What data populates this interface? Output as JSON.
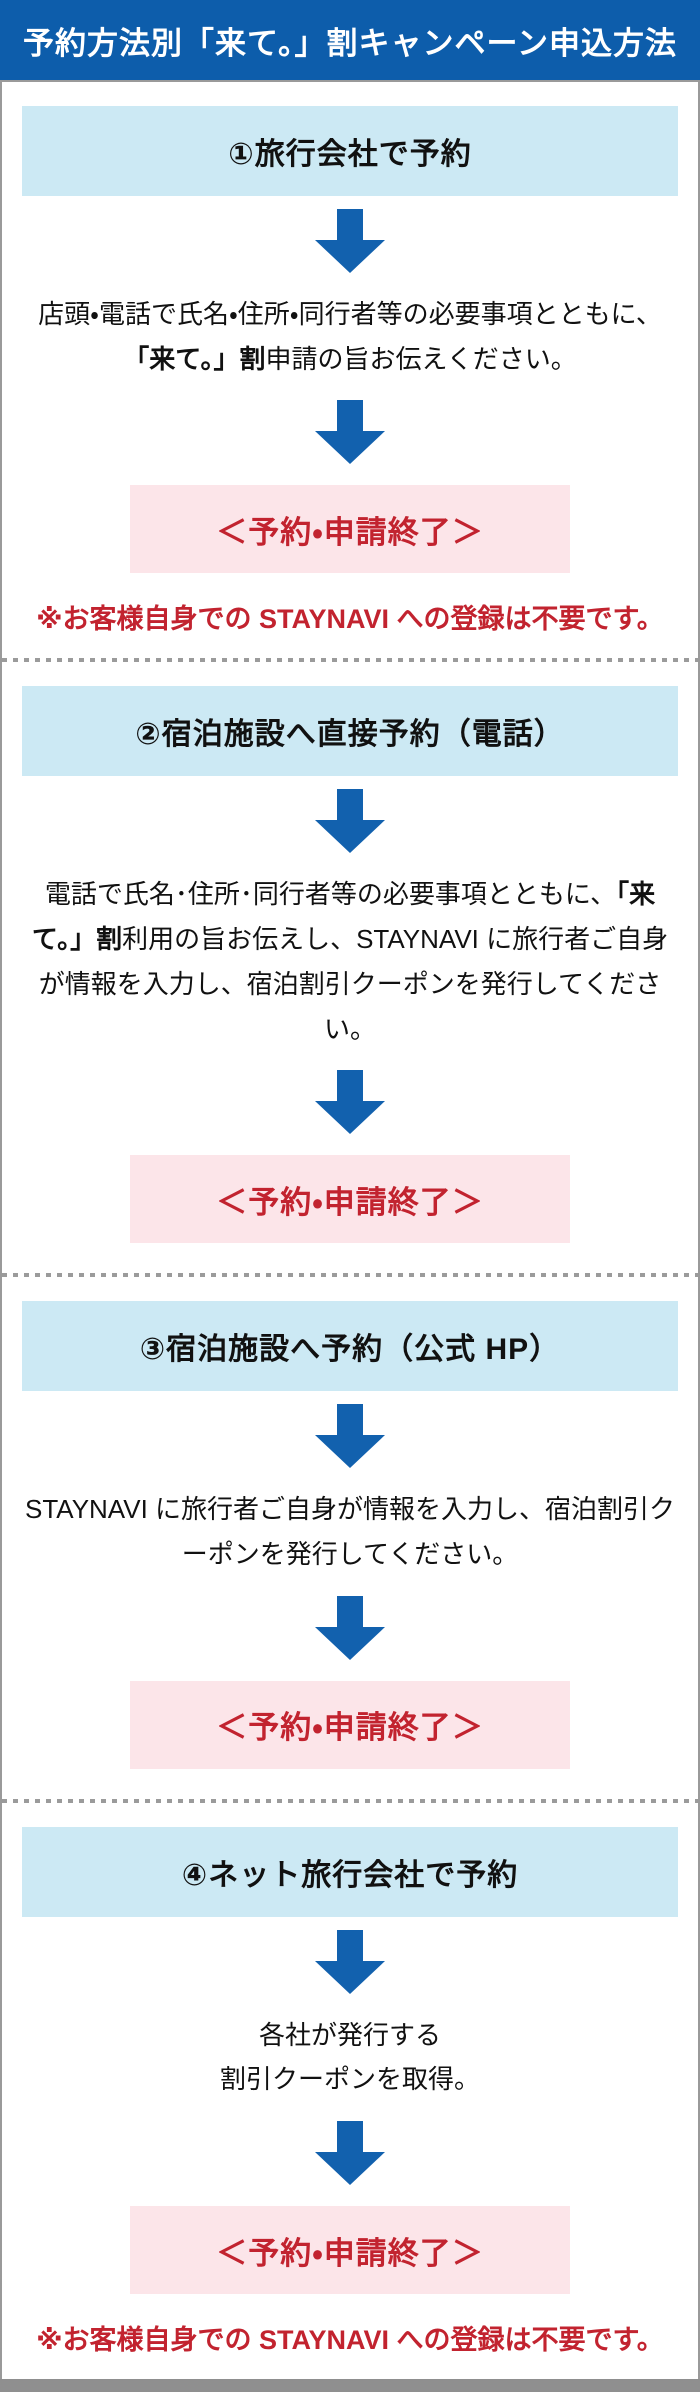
{
  "title": "予約方法別「来て。」割キャンペーン申込方法",
  "colors": {
    "title_bar_blue": "#0d5dab",
    "arrow_blue": "#1261ae",
    "section_header_bg": "#cce9f4",
    "result_box_bg": "#fce5e9",
    "result_text_red": "#c2232f",
    "border_gray": "#9a9a9a"
  },
  "sections": [
    {
      "header": "①旅行会社で予約",
      "body": [
        {
          "text": "店頭・電話で氏名・住所・同行者等の必要事項とともに、",
          "bold": false
        },
        {
          "text": "「来て。」割",
          "bold": true
        },
        {
          "text": "申請の旨お伝えください。",
          "bold": false
        }
      ],
      "result": "＜予約・申請終了＞",
      "note": "※お客様自身での STAYNAVI への登録は不要です。"
    },
    {
      "header": "②宿泊施設へ直接予約（電話）",
      "body": [
        {
          "text": "電話で氏名･住所･同行者等の必要事項とともに、",
          "bold": false
        },
        {
          "text": "「来て。」割",
          "bold": true
        },
        {
          "text": "利用の旨お伝えし、STAYNAVI に旅行者ご自身が情報を入力し、宿泊割引クーポンを発行してください。",
          "bold": false
        }
      ],
      "result": "＜予約・申請終了＞"
    },
    {
      "header": "③宿泊施設へ予約（公式 HP）",
      "body": [
        {
          "text": "STAYNAVI に旅行者ご自身が情報を入力し、宿泊割引クーポンを発行してください。",
          "bold": false
        }
      ],
      "result": "＜予約・申請終了＞"
    },
    {
      "header": "④ネット旅行会社で予約",
      "body": [
        {
          "text": "各社が発行する",
          "bold": false
        },
        {
          "text": "割引クーポンを取得。",
          "bold": false
        }
      ],
      "result": "＜予約・申請終了＞",
      "note": "※お客様自身での STAYNAVI への登録は不要です。"
    }
  ]
}
